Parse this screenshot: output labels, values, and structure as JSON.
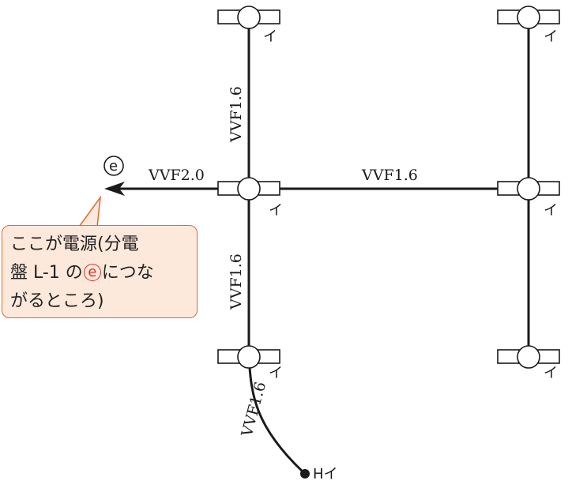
{
  "diagram": {
    "cables": {
      "left_vertical_top": "VVF1.6",
      "feed": "VVF2.0",
      "middle_horizontal": "VVF1.6",
      "left_vertical_bottom": "VVF1.6",
      "curve_to_switch": "VVF1.6"
    },
    "source_mark": "e",
    "fixture_symbol": "イ",
    "switch_symbol": "Hイ"
  },
  "callout": {
    "line1": "ここが電源(分電",
    "line2_pre": "盤 L-1 の",
    "line2_mark": "e",
    "line2_post": "につな",
    "line3": "がるところ)"
  },
  "colors": {
    "line": "#1a1a1a",
    "callout_fill": "#fde9dc",
    "callout_border": "#e06a2c",
    "accent_red": "#e0302a"
  }
}
